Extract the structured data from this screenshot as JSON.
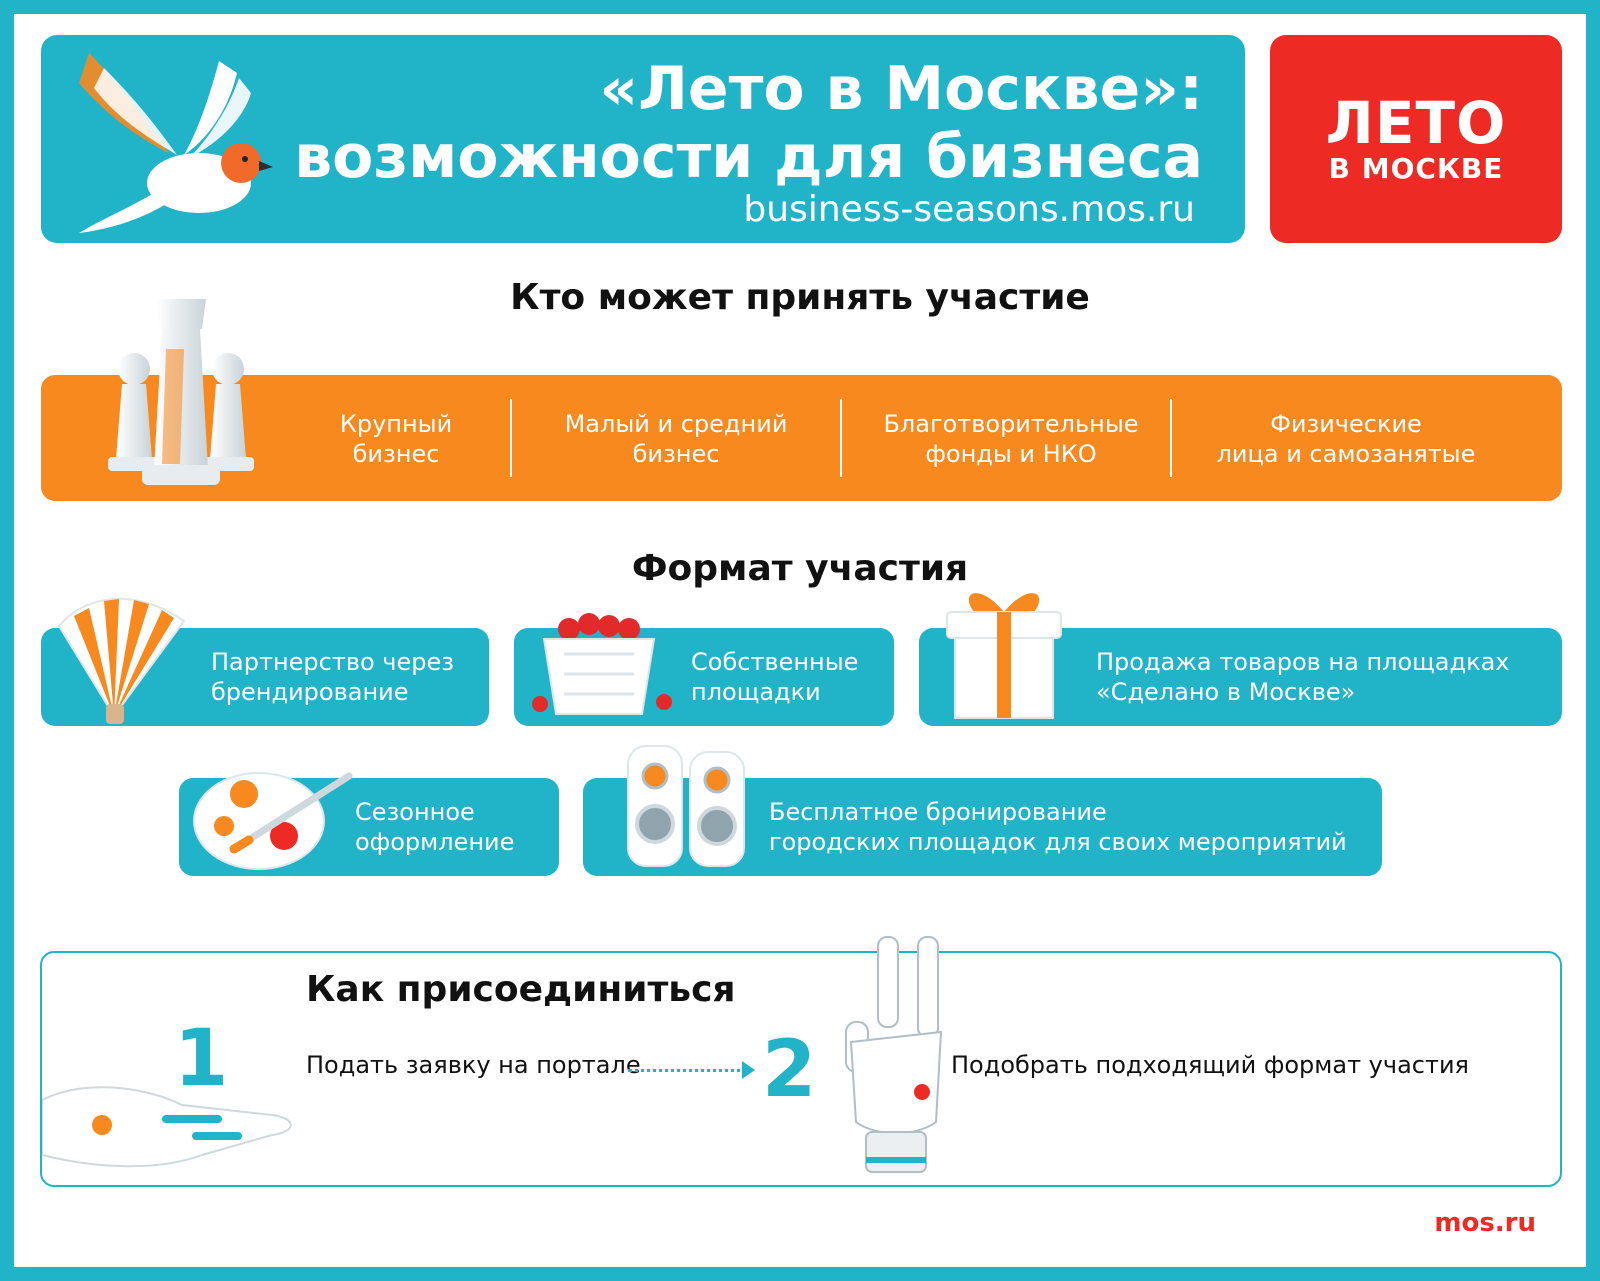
{
  "header": {
    "title_line1": "«Лето в Москве»:",
    "title_line2": "возможности для бизнеса",
    "url": "business-seasons.mos.ru",
    "logo_line1": "ЛЕТО",
    "logo_line2": "В МОСКВЕ",
    "colors": {
      "teal": "#21b3c8",
      "red": "#ee2a24",
      "orange": "#f7891f"
    }
  },
  "who": {
    "heading": "Кто может принять участие",
    "categories": [
      {
        "line1": "Крупный",
        "line2": "бизнес"
      },
      {
        "line1": "Малый и средний",
        "line2": "бизнес"
      },
      {
        "line1": "Благотворительные",
        "line2": "фонды и НКО"
      },
      {
        "line1": "Физические",
        "line2": "лица и самозанятые"
      }
    ],
    "illustration": "chess-pieces-icon"
  },
  "format": {
    "heading": "Формат участия",
    "items": [
      {
        "line1": "Партнерство через",
        "line2": "брендирование",
        "icon": "fan-icon"
      },
      {
        "line1": "Собственные",
        "line2": "площадки",
        "icon": "strawberry-basket-icon"
      },
      {
        "line1": "Продажа товаров на площадках",
        "line2": "«Сделано в Москве»",
        "icon": "gift-box-icon"
      },
      {
        "line1": "Сезонное",
        "line2": "оформление",
        "icon": "paint-palette-icon"
      },
      {
        "line1": "Бесплатное бронирование",
        "line2": "городских площадок для своих мероприятий",
        "icon": "speakers-icon"
      }
    ]
  },
  "join": {
    "heading": "Как присоединиться",
    "steps": [
      {
        "num": "1",
        "text": "Подать заявку на портале",
        "icon": "robot-hand-icon"
      },
      {
        "num": "2",
        "text": "Подобрать подходящий формат участия",
        "icon": "robot-victory-hand-icon"
      }
    ]
  },
  "footer": {
    "brand": "mos.ru"
  }
}
